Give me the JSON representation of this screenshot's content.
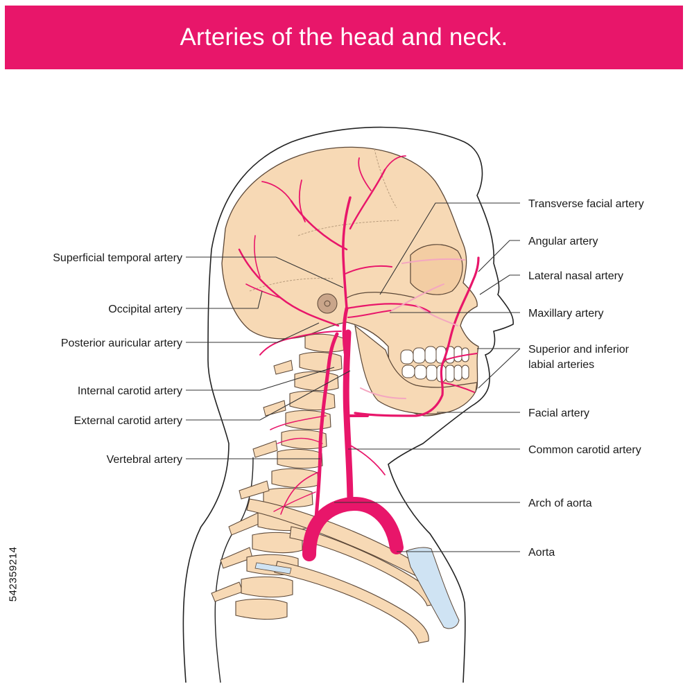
{
  "title": "Arteries of the head and neck.",
  "stock_id": "542359214",
  "colors": {
    "banner": "#E8166A",
    "artery": "#E8166A",
    "artery_light": "#F4A6C0",
    "bone": "#F7D9B5",
    "bone_outline": "#5A4636",
    "cartilage": "#CFE3F3",
    "outline": "#222222"
  },
  "labels_left": {
    "superficial_temporal": "Superficial temporal artery",
    "occipital": "Occipital artery",
    "posterior_auricular": "Posterior auricular artery",
    "internal_carotid": "Internal carotid artery",
    "external_carotid": "External carotid artery",
    "vertebral": "Vertebral artery"
  },
  "labels_right": {
    "transverse_facial": "Transverse facial artery",
    "angular": "Angular artery",
    "lateral_nasal": "Lateral nasal artery",
    "maxillary": "Maxillary artery",
    "labial_line1": "Superior and inferior",
    "labial_line2": "labial arteries",
    "facial": "Facial artery",
    "common_carotid": "Common carotid artery",
    "arch_of_aorta": "Arch of aorta",
    "aorta": "Aorta"
  }
}
